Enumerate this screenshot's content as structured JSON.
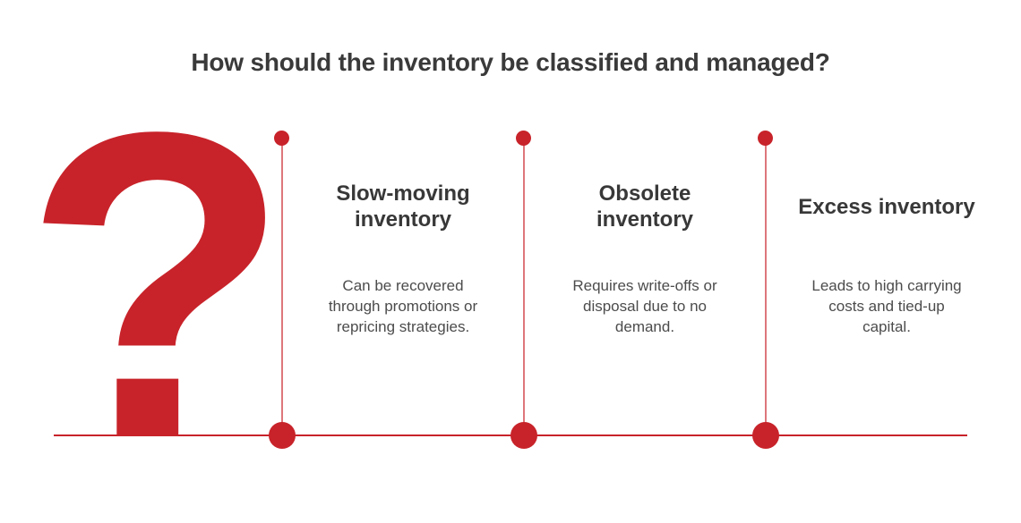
{
  "title": "How should the inventory be classified and managed?",
  "question_mark_glyph": "?",
  "colors": {
    "accent_red": "#c8232a",
    "connector_line_red": "rgba(200,35,42,0.62)",
    "title_text": "#3a3a3a",
    "heading_text": "#383838",
    "body_text": "#4c4c4c",
    "background": "#ffffff"
  },
  "columns": [
    {
      "heading": "Slow-moving\ninventory",
      "body": "Can be recovered\nthrough promotions or\nrepricing strategies."
    },
    {
      "heading": "Obsolete\ninventory",
      "body": "Requires write-offs or\ndisposal due to no\ndemand."
    },
    {
      "heading": "Excess inventory",
      "body": "Leads to high carrying\ncosts and tied-up\ncapital."
    }
  ]
}
